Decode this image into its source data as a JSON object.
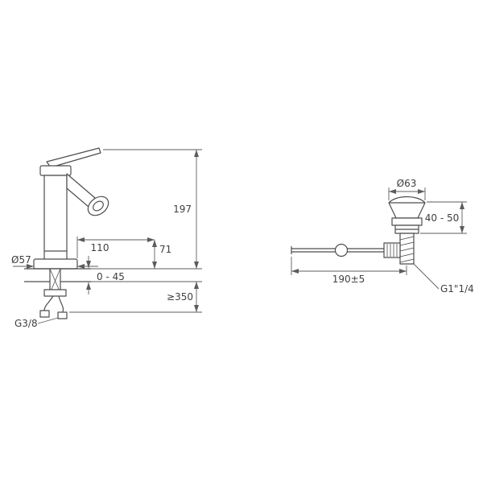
{
  "canvas": {
    "background": "#ffffff",
    "line_color": "#4d4d4d"
  },
  "figure": {
    "faucet": {
      "dim_height": "197",
      "dim_reach": "110",
      "dim_spout_height": "71",
      "dim_base_diameter": "Ø57",
      "dim_deck_thickness": "0 - 45",
      "dim_hose_min_length": "≥350",
      "dim_supply_thread": "G3/8"
    },
    "drain": {
      "dim_flange_diameter": "Ø63",
      "dim_height_range": "40 - 50",
      "dim_rod_length": "190±5",
      "dim_thread": "G1\"1/4"
    }
  }
}
